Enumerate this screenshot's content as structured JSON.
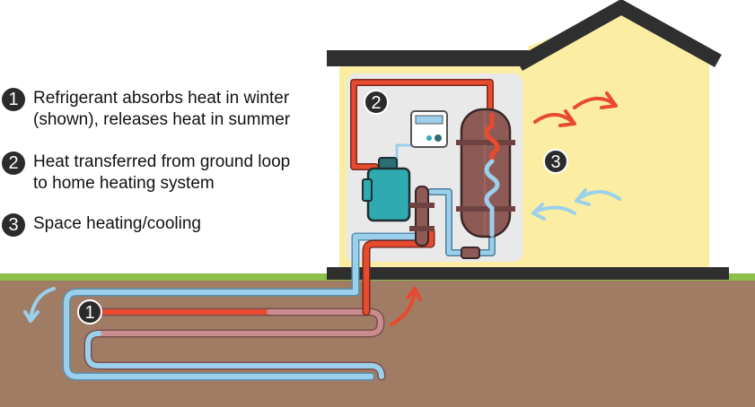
{
  "legend": [
    {
      "number": "1",
      "lines": [
        "Refrigerant absorbs heat in winter",
        "(shown), releases heat in summer"
      ]
    },
    {
      "number": "2",
      "lines": [
        "Heat transferred from ground loop",
        "to home heating system"
      ]
    },
    {
      "number": "3",
      "lines": [
        "Space heating/cooling"
      ]
    }
  ],
  "markers": {
    "ground_loop": "1",
    "heat_exchanger": "2",
    "home_space": "3"
  },
  "colors": {
    "house_wall": "#fbeea3",
    "roof": "#2f2f2f",
    "ground": "#a07c64",
    "grass": "#8cc04a",
    "warm_pipe": "#e84a2f",
    "cool_pipe": "#9bd0ec",
    "mixed_pipe": "#c98d8d",
    "tank": "#8e5a56",
    "pump": "#2eaab0"
  },
  "icons": [
    "warm-air-arrow-icon",
    "cool-air-arrow-icon",
    "thermostat-icon",
    "pump-icon"
  ]
}
